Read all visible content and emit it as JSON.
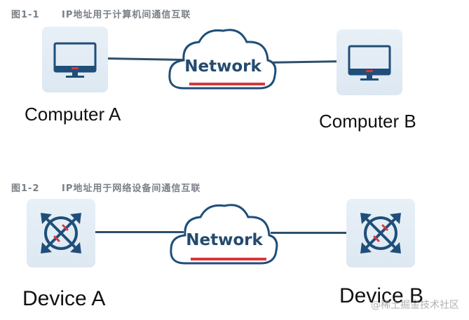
{
  "figures": [
    {
      "number": "图1-1",
      "caption": "IP地址用于计算机间通信互联",
      "left_device": "Computer A",
      "right_device": "Computer B",
      "cloud_label": "Network",
      "device_icon": "monitor-icon"
    },
    {
      "number": "图1-2",
      "caption": "IP地址用于网络设备间通信互联",
      "left_device": "Device A",
      "right_device": "Device B",
      "cloud_label": "Network",
      "device_icon": "router-icon"
    }
  ],
  "watermark": "@稀土掘金技术社区",
  "colors": {
    "icon": "#1f4e79",
    "accent": "#d9363e",
    "link": "#2e4f6b",
    "box": "#e3edf6"
  }
}
